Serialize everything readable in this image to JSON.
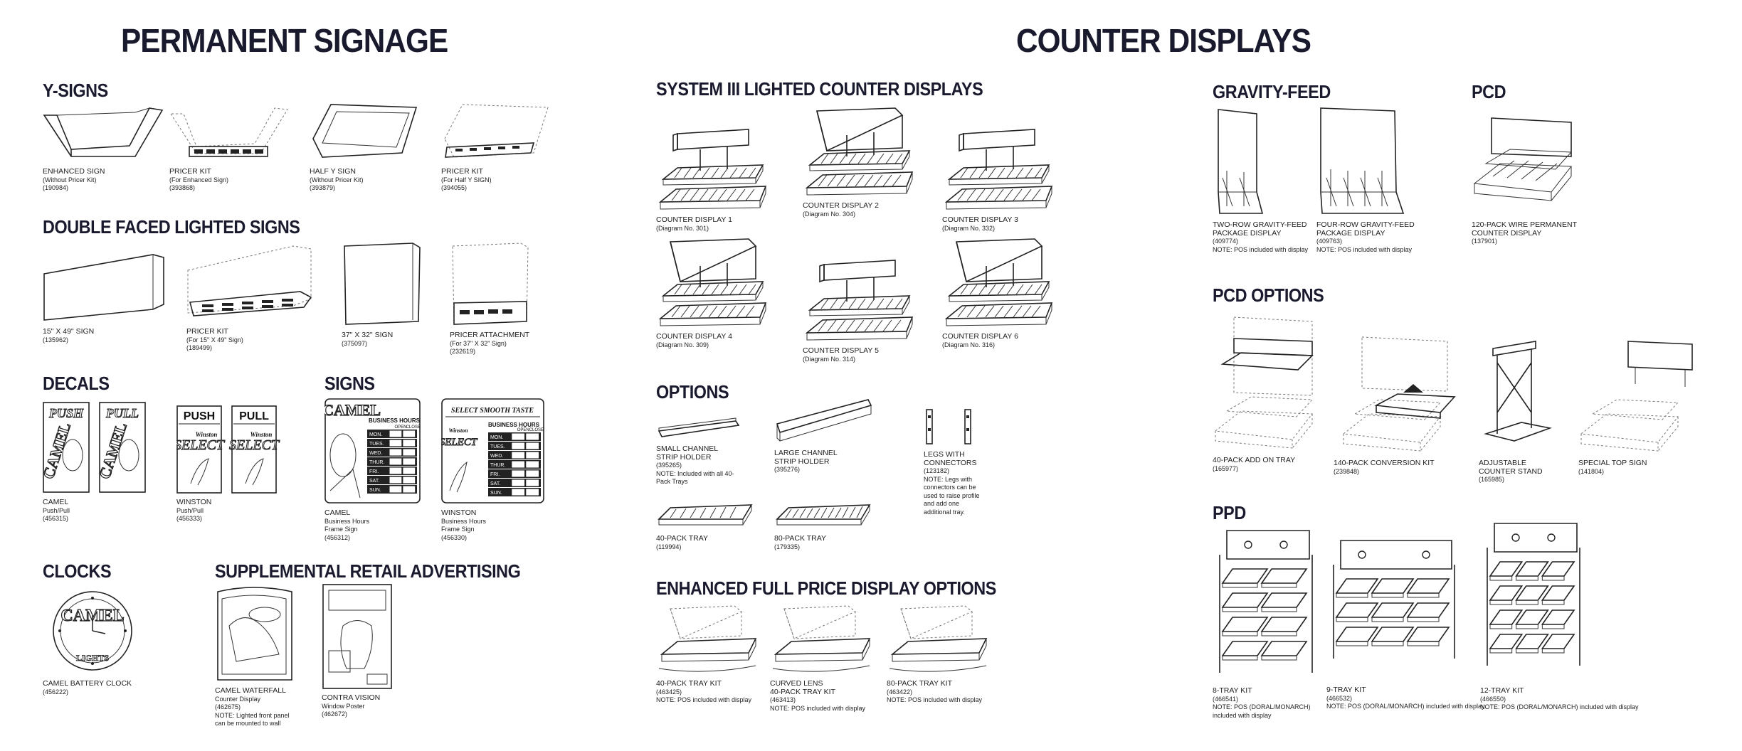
{
  "headings": {
    "permanent_signage": "PERMANENT SIGNAGE",
    "counter_displays": "COUNTER DISPLAYS"
  },
  "sections": {
    "y_signs": "Y-SIGNS",
    "double_faced": "DOUBLE FACED LIGHTED SIGNS",
    "decals": "DECALS",
    "signs": "SIGNS",
    "clocks": "CLOCKS",
    "supplemental": "SUPPLEMENTAL RETAIL ADVERTISING",
    "system3": "SYSTEM III LIGHTED COUNTER DISPLAYS",
    "options": "OPTIONS",
    "enhanced": "ENHANCED FULL PRICE DISPLAY OPTIONS",
    "gravity": "GRAVITY-FEED",
    "pcd": "PCD",
    "pcd_options": "PCD OPTIONS",
    "ppd": "PPD"
  },
  "items": {
    "enhanced_sign": {
      "name": "ENHANCED SIGN",
      "sub": "(Without Pricer Kit)",
      "code": "(190984)"
    },
    "pricer_kit_enh": {
      "name": "PRICER KIT",
      "sub": "(For Enhanced Sign)",
      "code": "(393868)"
    },
    "half_y_sign": {
      "name": "HALF Y SIGN",
      "sub": "(Without Pricer Kit)",
      "code": "(393879)"
    },
    "pricer_kit_half": {
      "name": "PRICER KIT",
      "sub": "(For Half Y SIGN)",
      "code": "(394055)"
    },
    "sign_15x49": {
      "name": "15\" X 49\" SIGN",
      "code": "(135962)"
    },
    "pricer_kit_15": {
      "name": "PRICER KIT",
      "sub": "(For 15\" X 49\" Sign)",
      "code": "(189499)"
    },
    "sign_37x32": {
      "name": "37\" X 32\" SIGN",
      "code": "(375097)"
    },
    "pricer_attach": {
      "name": "PRICER ATTACHMENT",
      "sub": "(For 37\" X 32\" Sign)",
      "code": "(232619)"
    },
    "camel_decal": {
      "name": "CAMEL",
      "sub": "Push/Pull",
      "code": "(456315)"
    },
    "winston_decal": {
      "name": "WINSTON",
      "sub": "Push/Pull",
      "code": "(456333)"
    },
    "camel_sign": {
      "name": "CAMEL",
      "sub": "Business Hours",
      "sub2": "Frame Sign",
      "code": "(456312)"
    },
    "winston_sign": {
      "name": "WINSTON",
      "sub": "Business Hours",
      "sub2": "Frame Sign",
      "code": "(456330)"
    },
    "camel_clock": {
      "name": "CAMEL BATTERY CLOCK",
      "code": "(456222)"
    },
    "camel_waterfall": {
      "name": "CAMEL WATERFALL",
      "sub": "Counter Display",
      "code": "(462675)",
      "note": "NOTE: Lighted front panel can be mounted to wall"
    },
    "contra_vision": {
      "name": "CONTRA VISION",
      "sub": "Window Poster",
      "code": "(462672)"
    },
    "cd1": {
      "name": "COUNTER DISPLAY 1",
      "code": "(Diagram No. 301)"
    },
    "cd2": {
      "name": "COUNTER DISPLAY 2",
      "code": "(Diagram No. 304)"
    },
    "cd3": {
      "name": "COUNTER DISPLAY 3",
      "code": "(Diagram No. 332)"
    },
    "cd4": {
      "name": "COUNTER DISPLAY 4",
      "code": "(Diagram No. 309)"
    },
    "cd5": {
      "name": "COUNTER DISPLAY 5",
      "code": "(Diagram No. 314)"
    },
    "cd6": {
      "name": "COUNTER DISPLAY 6",
      "code": "(Diagram No. 316)"
    },
    "small_channel": {
      "name": "SMALL CHANNEL",
      "name2": "STRIP HOLDER",
      "code": "(395265)",
      "note": "NOTE: Included with all 40-Pack Trays"
    },
    "large_channel": {
      "name": "LARGE CHANNEL",
      "name2": "STRIP HOLDER",
      "code": "(395276)"
    },
    "legs": {
      "name": "LEGS WITH",
      "name2": "CONNECTORS",
      "code": "(123182)",
      "note": "NOTE: Legs with connectors can be used to raise profile and add one additional tray."
    },
    "tray40": {
      "name": "40-PACK TRAY",
      "code": "(119994)"
    },
    "tray80": {
      "name": "80-PACK TRAY",
      "code": "(179335)"
    },
    "kit40": {
      "name": "40-PACK TRAY KIT",
      "code": "(463425)",
      "note": "NOTE: POS included with display"
    },
    "curved_lens": {
      "name": "CURVED LENS",
      "name2": "40-PACK TRAY KIT",
      "code": "(463413)",
      "note": "NOTE: POS included with display"
    },
    "kit80": {
      "name": "80-PACK TRAY KIT",
      "code": "(463422)",
      "note": "NOTE: POS included with display"
    },
    "two_row": {
      "name": "TWO-ROW GRAVITY-FEED",
      "name2": "PACKAGE DISPLAY",
      "code": "(409774)",
      "note": "NOTE: POS included with display"
    },
    "four_row": {
      "name": "FOUR-ROW GRAVITY-FEED",
      "name2": "PACKAGE DISPLAY",
      "code": "(409763)",
      "note": "NOTE: POS included with display"
    },
    "pcd120": {
      "name": "120-PACK WIRE PERMANENT",
      "name2": "COUNTER DISPLAY",
      "code": "(137901)"
    },
    "addon40": {
      "name": "40-PACK ADD ON TRAY",
      "code": "(165977)"
    },
    "conv140": {
      "name": "140-PACK CONVERSION KIT",
      "code": "(239848)"
    },
    "adj_stand": {
      "name": "ADJUSTABLE",
      "name2": "COUNTER STAND",
      "code": "(165985)"
    },
    "special_top": {
      "name": "SPECIAL TOP SIGN",
      "code": "(141804)"
    },
    "tray8": {
      "name": "8-TRAY KIT",
      "code": "(466541)",
      "note": "NOTE: POS (DORAL/MONARCH) included with display"
    },
    "tray9": {
      "name": "9-TRAY KIT",
      "code": "(466532)",
      "note": "NOTE: POS (DORAL/MONARCH) included with display"
    },
    "tray12": {
      "name": "12-TRAY KIT",
      "code": "(466550)",
      "note": "NOTE: POS (DORAL/MONARCH) included with display"
    }
  },
  "artwork": {
    "push": "PUSH",
    "pull": "PULL",
    "camel_brand": "CAMEL",
    "winston_brand": "Winston",
    "select_brand": "SELECT",
    "business_hours": "BUSINESS HOURS",
    "open": "OPEN",
    "close": "CLOSE",
    "days": [
      "MON.",
      "TUES.",
      "WED.",
      "THUR.",
      "FRI.",
      "SAT.",
      "SUN."
    ],
    "select_smooth": "SELECT SMOOTH TASTE",
    "lights": "LIGHTS"
  }
}
